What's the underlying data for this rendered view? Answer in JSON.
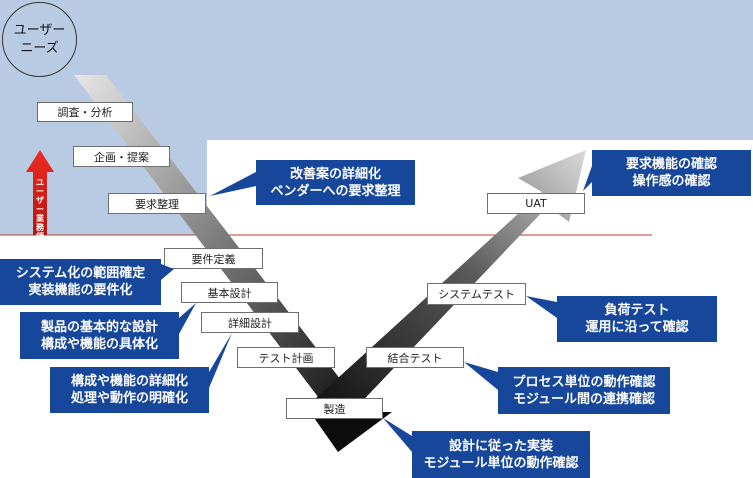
{
  "user_needs": {
    "line1": "ユーザー",
    "line2": "ニーズ"
  },
  "user_domain_label": "ユーザー業務領域",
  "process_boxes": {
    "survey": "調査・分析",
    "planning": "企画・提案",
    "requirements": "要求整理",
    "requirements_definition": "要件定義",
    "basic_design": "基本設計",
    "detailed_design": "詳細設計",
    "test_plan": "テスト計画",
    "manufacturing": "製造",
    "integration_test": "結合テスト",
    "system_test": "システムテスト",
    "uat": "UAT"
  },
  "callouts": {
    "requirements": {
      "line1": "改善案の詳細化",
      "line2": "ベンダーへの要求整理"
    },
    "uat": {
      "line1": "要求機能の確認",
      "line2": "操作感の確認"
    },
    "requirements_definition": {
      "line1": "システム化の範囲確定",
      "line2": "実装機能の要件化"
    },
    "basic_design": {
      "line1": "製品の基本的な設計",
      "line2": "構成や機能の具体化"
    },
    "detailed_design": {
      "line1": "構成や機能の詳細化",
      "line2": "処理や動作の明確化"
    },
    "system_test": {
      "line1": "負荷テスト",
      "line2": "運用に沿って確認"
    },
    "integration_test": {
      "line1": "プロセス単位の動作確認",
      "line2": "モジュール間の連携確認"
    },
    "manufacturing": {
      "line1": "設計に従った実装",
      "line2": "モジュール単位の動作確認"
    }
  },
  "colors": {
    "user_area": "#b9cbe3",
    "callout": "#17479b",
    "arrow_up": "#e0201b",
    "divider": "#c0392b"
  }
}
